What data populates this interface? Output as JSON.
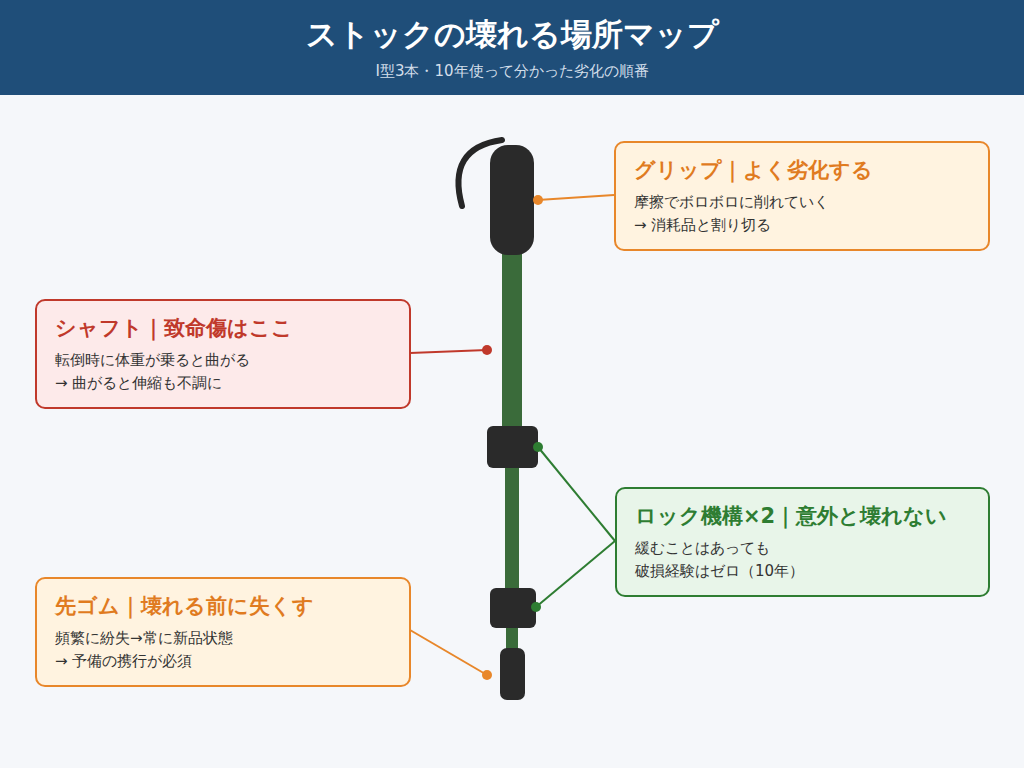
{
  "diagram": {
    "title": "ストックの壊れる場所マップ",
    "nodes": [
      {
        "text": [
          "グリップ｜よく劣化する",
          "摩擦でボロボロに削れていく",
          "→ 消耗品と割り切る"
        ]
      },
      {
        "text": [
          "シャフト｜致命傷はここ",
          "転倒時に体重が乗ると曲がる",
          "→ 曲がると伸縮も不調に"
        ]
      },
      {
        "text": [
          "ロック機構×2｜意外と壊れない",
          "緩むことはあっても",
          "破損経験はゼロ（10年）"
        ]
      },
      {
        "text": [
          "先ゴム｜壊れる前に失くす",
          "頻繁に紛失→常に新品状態",
          "→ 予備の携行が必須"
        ]
      }
    ],
    "labels": [
      "I型3本・10年使って分かった劣化の順番"
    ]
  }
}
